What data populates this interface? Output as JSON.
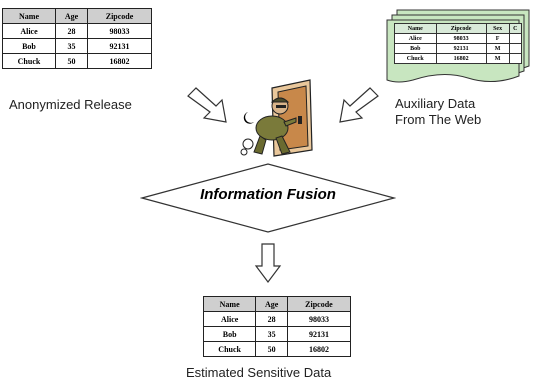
{
  "tables": {
    "columns": [
      "Name",
      "Age",
      "Zipcode"
    ],
    "rows": [
      [
        "Alice",
        "28",
        "98033"
      ],
      [
        "Bob",
        "35",
        "92131"
      ],
      [
        "Chuck",
        "50",
        "16802"
      ]
    ]
  },
  "web_table": {
    "columns": [
      "Name",
      "Zipcode",
      "Sex",
      "C"
    ],
    "rows": [
      [
        "Alice",
        "98033",
        "F",
        ""
      ],
      [
        "Bob",
        "92131",
        "M",
        ""
      ],
      [
        "Chuck",
        "16802",
        "M",
        ""
      ]
    ]
  },
  "labels": {
    "anonymized_release": "Anonymized Release",
    "auxiliary_line1": "Auxiliary Data",
    "auxiliary_line2": "From The Web",
    "fusion": "Information Fusion",
    "estimated": "Estimated Sensitive Data"
  },
  "colors": {
    "header_gray": "#cfcfcf",
    "paper_green": "#c8e6c0",
    "door_brown": "#c8884a",
    "thief_olive": "#7a7a3a"
  }
}
